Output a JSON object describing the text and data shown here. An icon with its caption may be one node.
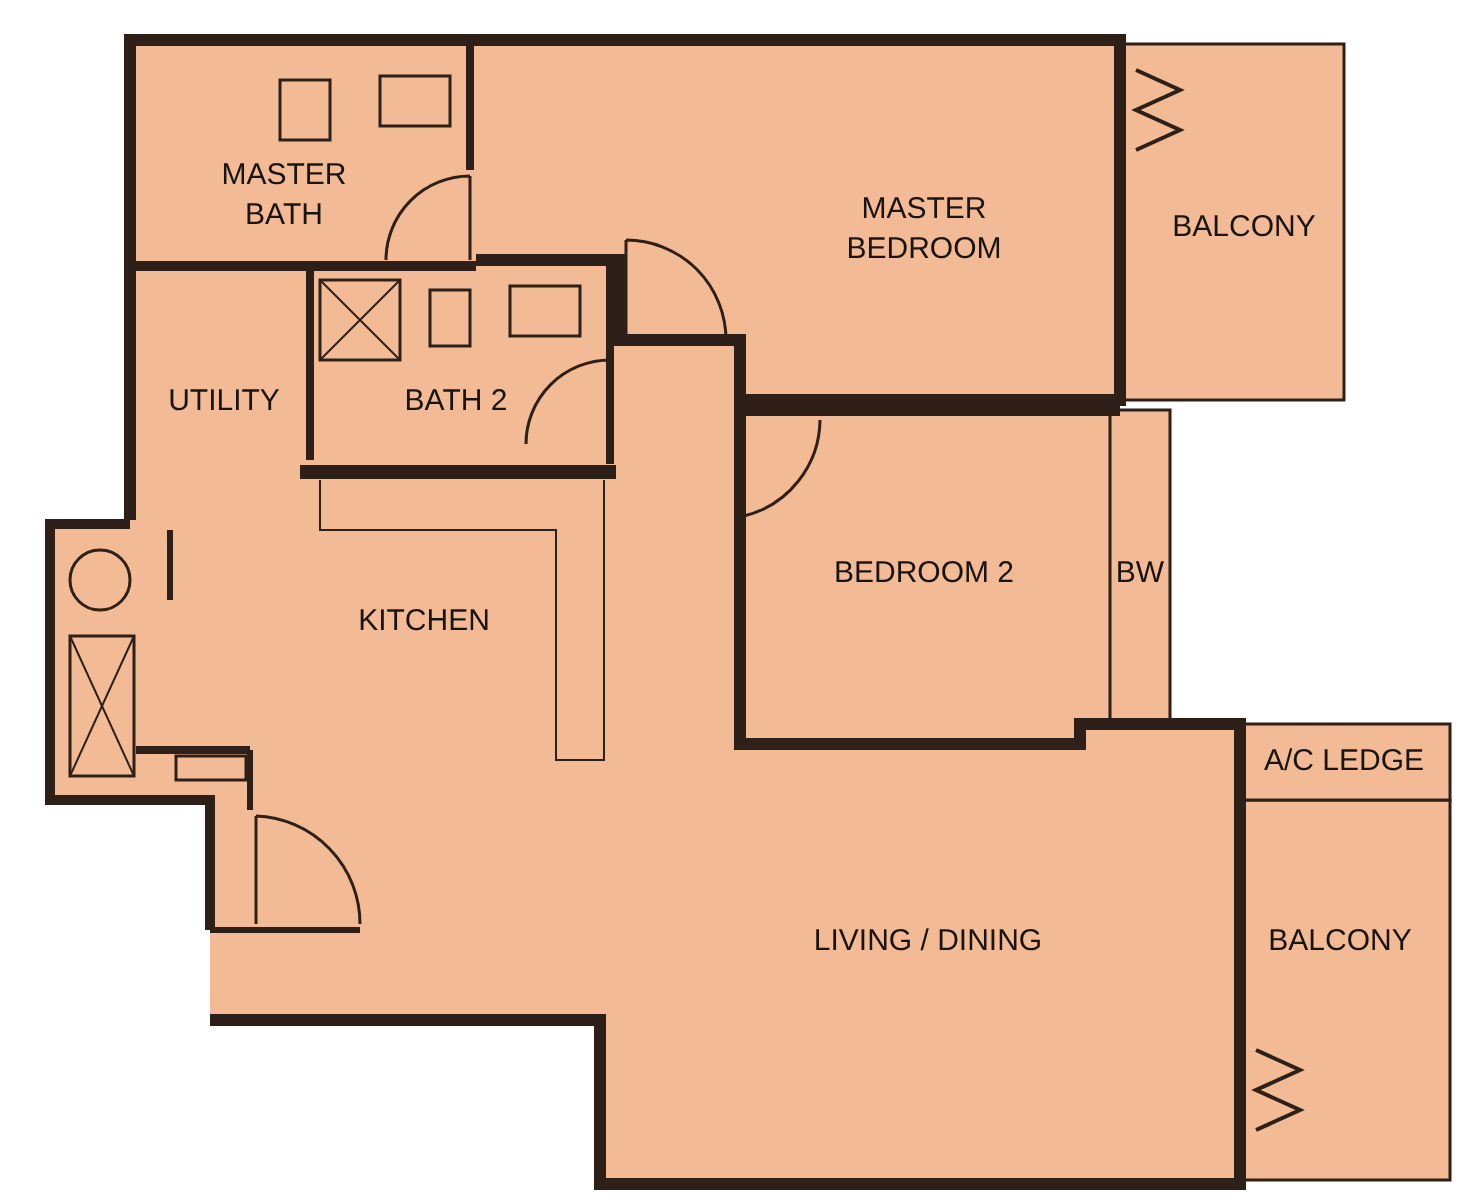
{
  "diagram": {
    "labels": [
      "MASTER BATH",
      "MASTER BEDROOM",
      "BALCONY",
      "UTILITY",
      "BATH 2",
      "BEDROOM 2",
      "BW",
      "KITCHEN",
      "A/C LEDGE",
      "LIVING / DINING",
      "BALCONY"
    ]
  }
}
